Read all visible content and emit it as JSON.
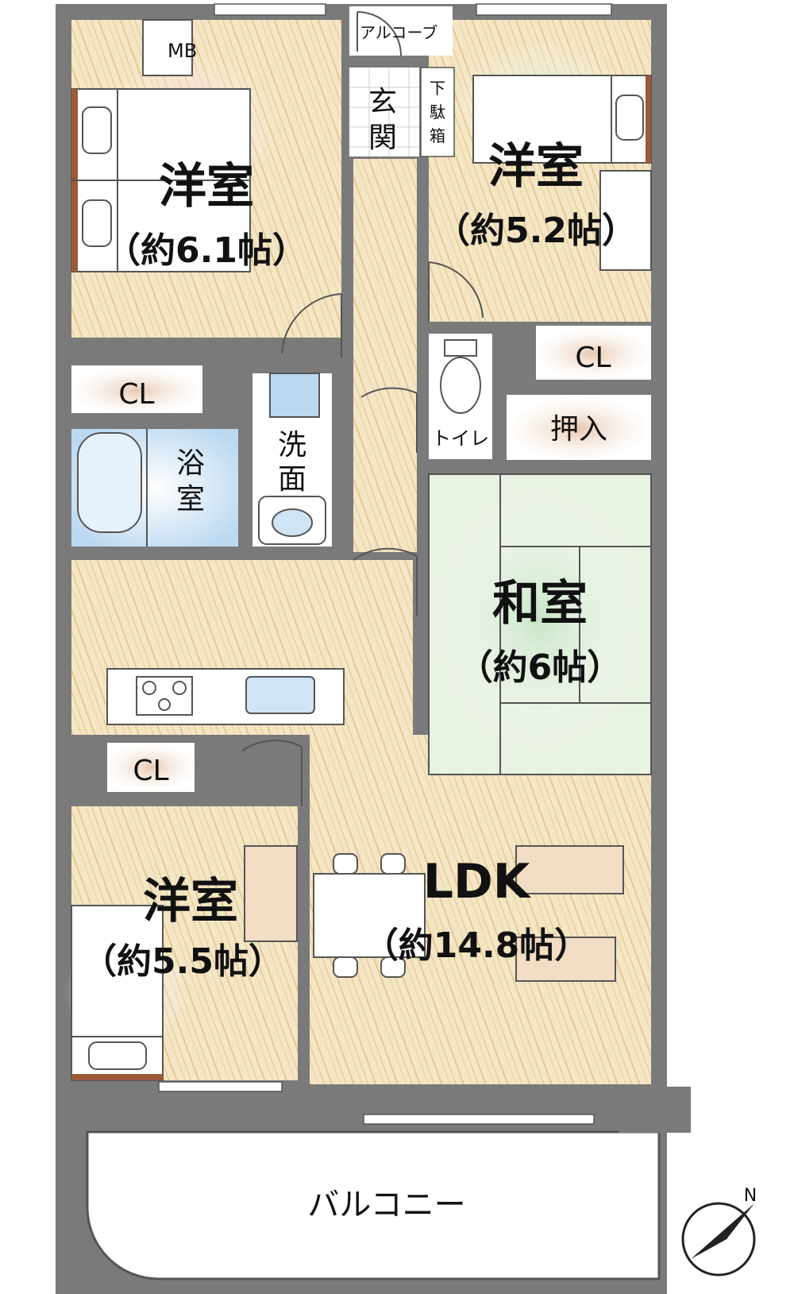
{
  "rooms": {
    "west1": {
      "name": "洋室",
      "size": "（約6.1帖）"
    },
    "west2": {
      "name": "洋室",
      "size": "（約5.2帖）"
    },
    "west3": {
      "name": "洋室",
      "size": "（約5.5帖）"
    },
    "washitsu": {
      "name": "和室",
      "size": "（約6帖）"
    },
    "ldk": {
      "name": "LDK",
      "size": "（約14.8帖）"
    }
  },
  "labels": {
    "mb": "MB",
    "alcove": "アルコーブ",
    "entrance": [
      "玄",
      "関"
    ],
    "shoebox": [
      "下",
      "駄",
      "箱"
    ],
    "cl_upper_right": "CL",
    "cl_left": "CL",
    "cl_lower": "CL",
    "toilet": "トイレ",
    "oshiire": "押入",
    "bath": [
      "浴",
      "室"
    ],
    "washroom": [
      "洗",
      "面"
    ],
    "balcony": "バルコニー",
    "north": "N"
  },
  "colors": {
    "wall": "#7a7a7a",
    "floor_wood": "#f3e6c6",
    "tatami": "#e4efdc",
    "tile": "#dfeefa",
    "closet": "#f4e7dc"
  }
}
